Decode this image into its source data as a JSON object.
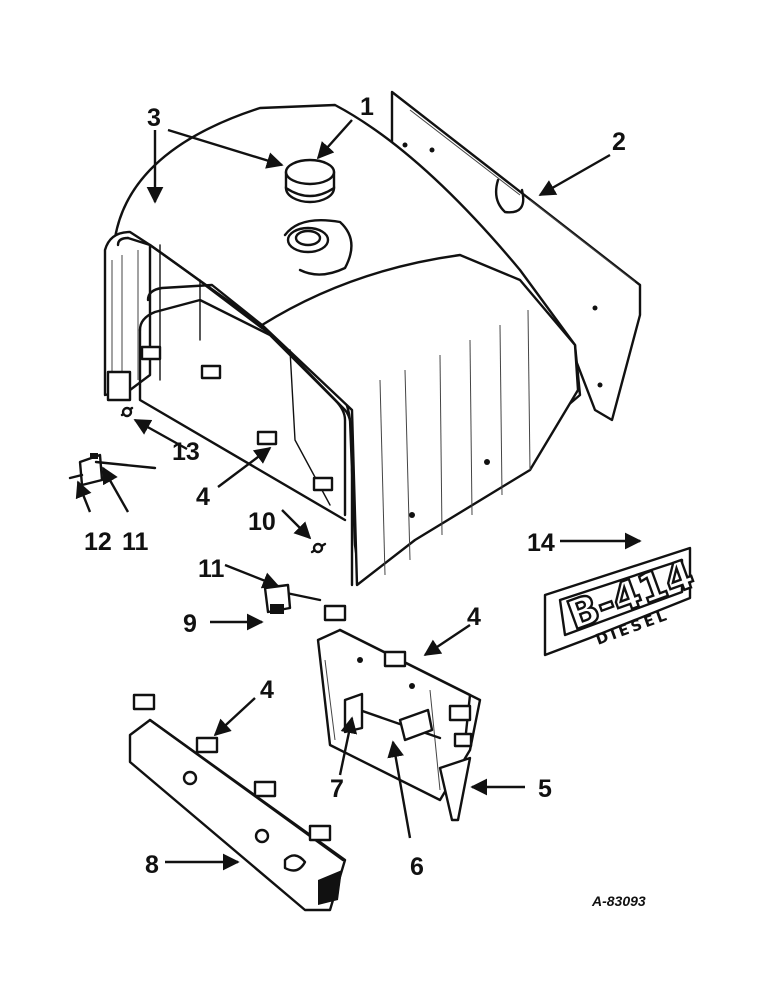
{
  "callouts": {
    "c1": "1",
    "c2": "2",
    "c3": "3",
    "c4a": "4",
    "c4b": "4",
    "c4c": "4",
    "c5": "5",
    "c6": "6",
    "c7": "7",
    "c8": "8",
    "c9": "9",
    "c10": "10",
    "c11a": "11",
    "c11b": "11",
    "c12": "12",
    "c13": "13",
    "c14": "14"
  },
  "drawing_number": "A-83093",
  "emblem": {
    "main": "B-414",
    "sub": "DIESEL"
  }
}
